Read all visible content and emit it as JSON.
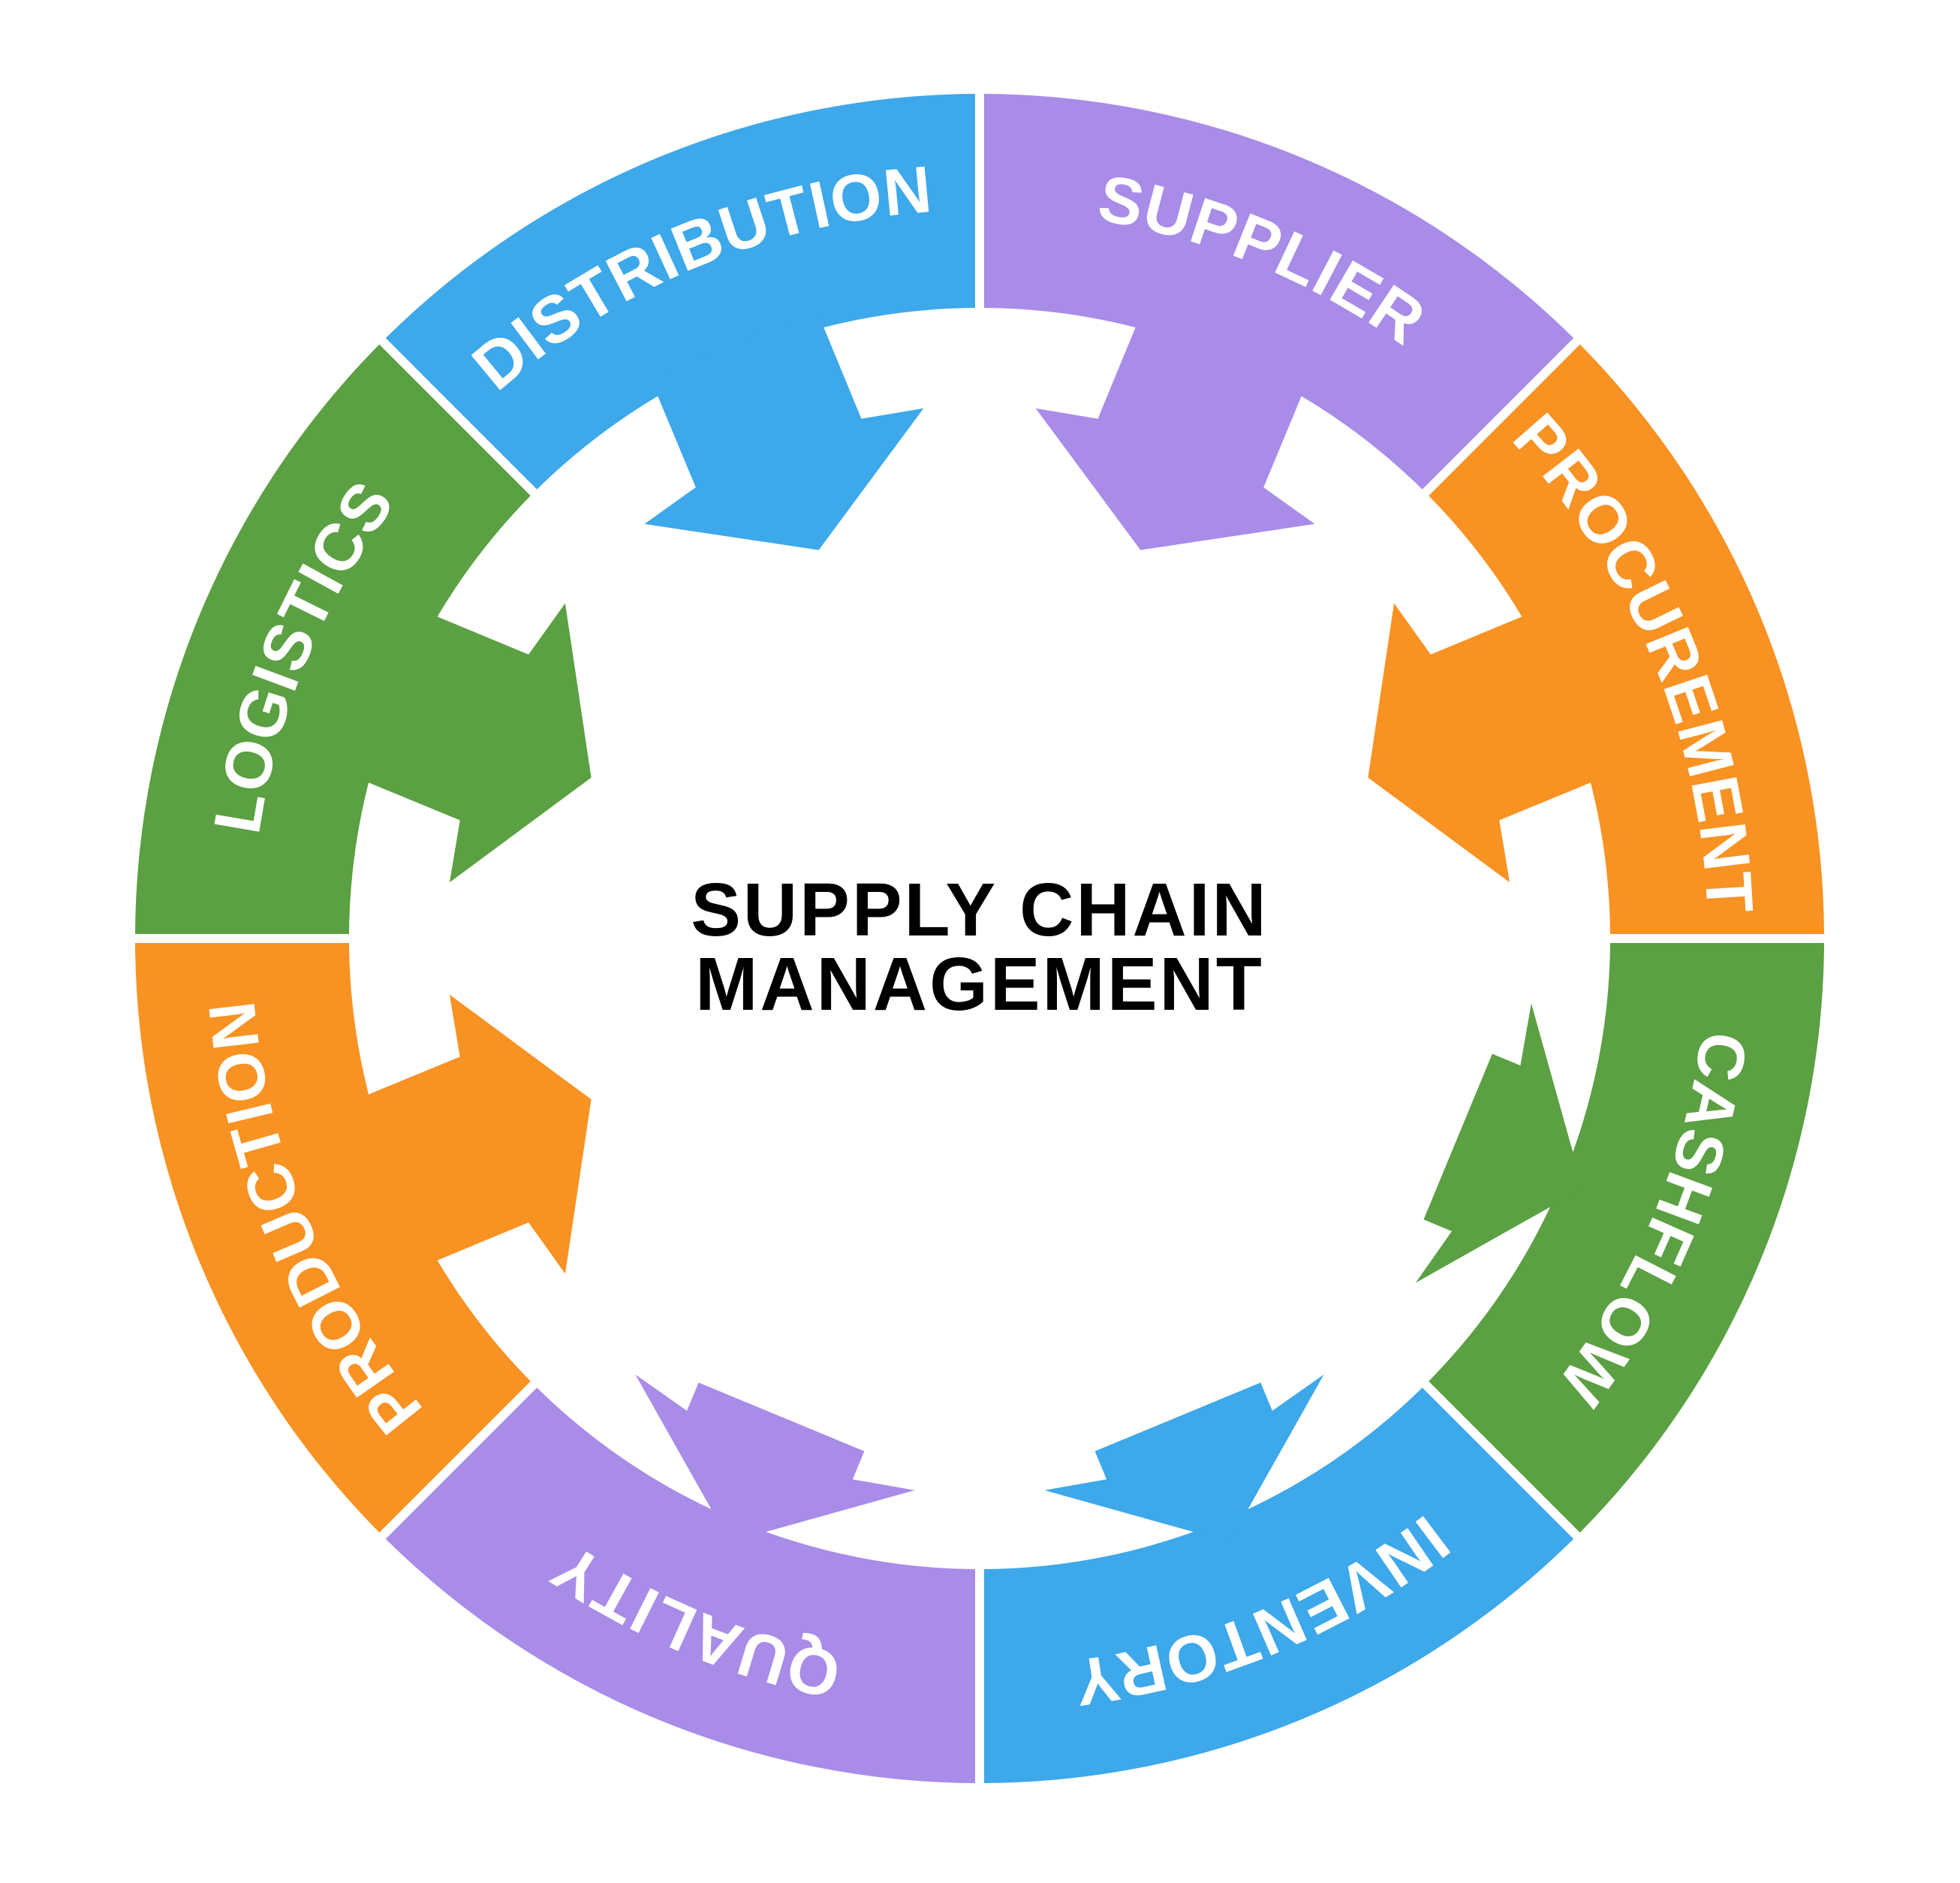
{
  "center": {
    "line1": "SUPPLY CHAIN",
    "line2": "MANAGEMENT"
  },
  "colors": {
    "blue": "#3DA8EA",
    "purple": "#A98BE8",
    "orange": "#F89222",
    "green": "#5BA042",
    "background": "#FFFFFF",
    "center_text": "#000000"
  },
  "segments": [
    {
      "label": "SUPPLIER",
      "color": "#A98BE8",
      "arrow": "inward"
    },
    {
      "label": "PROCUREMENT",
      "color": "#F89222",
      "arrow": "inward"
    },
    {
      "label": "CASHFLOW",
      "color": "#5BA042",
      "arrow": "outward"
    },
    {
      "label": "INVENTORY",
      "color": "#3DA8EA",
      "arrow": "outward"
    },
    {
      "label": "QUALITY",
      "color": "#A98BE8",
      "arrow": "outward"
    },
    {
      "label": "PRODUCTION",
      "color": "#F89222",
      "arrow": "inward"
    },
    {
      "label": "LOGISTICS",
      "color": "#5BA042",
      "arrow": "inward"
    },
    {
      "label": "DISTRIBUTION",
      "color": "#3DA8EA",
      "arrow": "inward"
    }
  ]
}
